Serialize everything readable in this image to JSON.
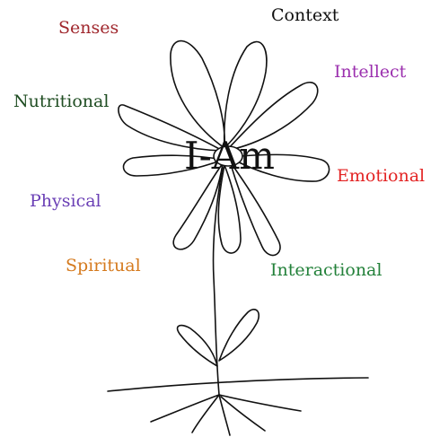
{
  "center": {
    "text": "I-Am",
    "color": "#111111"
  },
  "labels": {
    "senses": {
      "text": "Senses",
      "color": "#a0272d"
    },
    "context": {
      "text": "Context",
      "color": "#111111"
    },
    "intellect": {
      "text": "Intellect",
      "color": "#9b2fae"
    },
    "nutritional": {
      "text": "Nutritional",
      "color": "#1f4d22"
    },
    "emotional": {
      "text": "Emotional",
      "color": "#e32424"
    },
    "physical": {
      "text": "Physical",
      "color": "#6a3fb5"
    },
    "spiritual": {
      "text": "Spiritual",
      "color": "#d57a1e"
    },
    "interactional": {
      "text": "Interactional",
      "color": "#23813a"
    }
  }
}
